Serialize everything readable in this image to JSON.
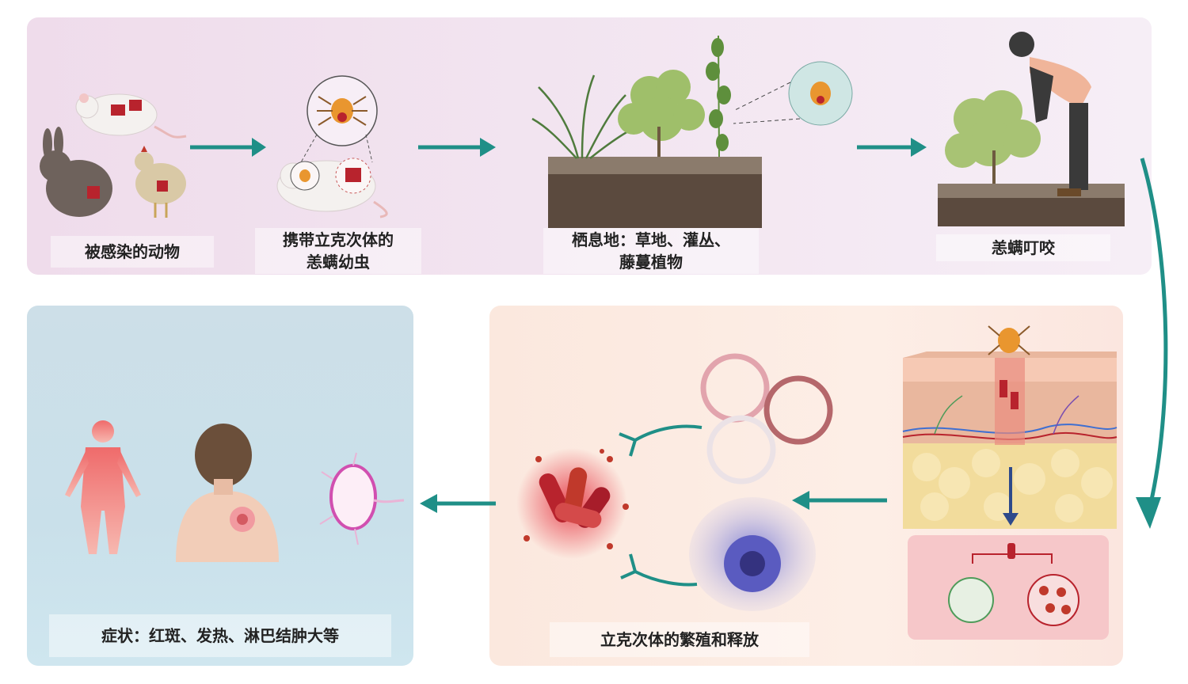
{
  "top": {
    "animals_label": "被感染的动物",
    "larva_label": [
      "携带立克次体的",
      "恙螨幼虫"
    ],
    "habitat_label": [
      "栖息地：草地、灌丛、",
      "藤蔓植物"
    ],
    "bite_label": "恙螨叮咬"
  },
  "bottom": {
    "reproduction_label": "立克次体的繁殖和释放",
    "symptoms_label": "症状：红斑、发热、淋巴结肿大等"
  },
  "colors": {
    "arrow": "#1f8f87",
    "top_panel": "#efdceb",
    "left_panel": "#cddfe8",
    "mid_panel": "#fbe8de"
  }
}
